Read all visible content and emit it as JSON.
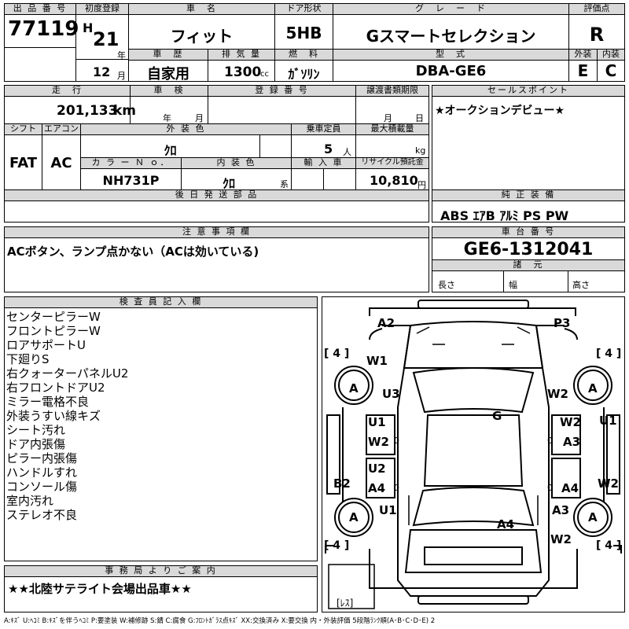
{
  "header": {
    "lot_label": "出 品 番 号",
    "lot_number": "77119",
    "first_reg_label": "初度登録",
    "era": "H",
    "year": "21",
    "year_unit": "年",
    "month": "12",
    "month_unit": "月",
    "car_name_label": "車　名",
    "car_name": "フィット",
    "door_label": "ドア形状",
    "door": "5HB",
    "grade_label": "グ　レ　ー　ド",
    "grade": "Gスマートセレクション",
    "score_label": "評価点",
    "score": "R",
    "history_label": "車　歴",
    "history": "自家用",
    "displacement_label": "排 気 量",
    "displacement": "1300",
    "displacement_unit": "cc",
    "fuel_label": "燃　料",
    "fuel": "ｶﾞｿﾘﾝ",
    "model_label": "型　式",
    "model": "DBA-GE6",
    "exterior_label": "外装",
    "exterior": "E",
    "interior_label": "内装",
    "interior": "C"
  },
  "row2": {
    "mileage_label": "走　行",
    "mileage": "201,133",
    "mileage_unit": "km",
    "inspection_label": "車　検",
    "insp_year_unit": "年",
    "insp_month_unit": "月",
    "reg_no_label": "登 録 番 号",
    "transfer_label": "譲渡書類期限",
    "transfer_month_unit": "月",
    "transfer_day_unit": "日",
    "shift_label": "シフト",
    "shift": "FAT",
    "ac_label": "エアコン",
    "ac": "AC",
    "ext_color_label": "外 装 色",
    "ext_color": "ｸﾛ",
    "capacity_label": "乗車定員",
    "capacity": "5",
    "capacity_unit": "人",
    "max_load_label": "最大積載量",
    "max_load_unit": "kg",
    "color_no_label": "カ ラ ー Ｎ ｏ．",
    "color_no": "NH731P",
    "int_color_label": "内 装 色",
    "int_color": "ｸﾛ",
    "int_color_unit": "系",
    "import_label": "輸 入 車",
    "recycle_label": "リサイクル預託金",
    "recycle": "10,810",
    "recycle_unit": "円",
    "later_parts_label": "後 日 発 送 部 品",
    "sales_label": "セールスポイント",
    "sales_text": "★オークションデビュー★",
    "equip_label": "純 正 装 備",
    "equip": "ABS ｴｱB ｱﾙﾐ PS PW"
  },
  "notes": {
    "label": "注 意 事 項 欄",
    "text": "ACボタン、ランプ点かない（ACは効いている)"
  },
  "chassis": {
    "label": "車 台 番 号",
    "value": "GE6-1312041",
    "spec_label": "諸　元",
    "length_label": "長さ",
    "width_label": "幅",
    "height_label": "高さ"
  },
  "inspector": {
    "label": "検 査 員 記 入 欄",
    "lines": [
      "センターピラーW",
      "フロントピラーW",
      "ロアサポートU",
      "下廻りS",
      "右クォーターパネルU2",
      "右フロントドアU2",
      "ミラー電格不良",
      "外装うすい線キズ",
      "シート汚れ",
      "ドア内張傷",
      "ピラー内張傷",
      "ハンドルすれ",
      "コンソール傷",
      "室内汚れ",
      "ステレオ不良"
    ]
  },
  "office": {
    "label": "事 務 局 よ り ご 案 内",
    "text": "★★北陸サテライト会場出品車★★"
  },
  "diagram": {
    "marks": [
      "A2",
      "P3",
      "W1",
      "A",
      "U3",
      "W2",
      "A",
      "U1",
      "G",
      "W2",
      "U1",
      "W2",
      "A3",
      "U2",
      "B2",
      "A4",
      "A4",
      "W2",
      "A",
      "U1",
      "A4",
      "A3",
      "A",
      "W2"
    ],
    "tire_left_front": "[ 4 ]",
    "tire_right_front": "[ 4 ]",
    "tire_left_rear": "[ 4 ]",
    "tire_right_rear": "[ 4 ]",
    "spare": "[ﾚｽ]"
  },
  "legend": "A:ｷｽﾞ U:ﾍｺﾐ B:ｷｽﾞを伴うﾍｺﾐ P:要塗装 W:補修跡 S:錆 C:腐食 G:ﾌﾛﾝﾄｶﾞﾗｽ点ｷｽﾞ XX:交換済み X:要交換 内・外装評価 5段階ﾗﾝｸ順(A･B･C･D･E) 2"
}
